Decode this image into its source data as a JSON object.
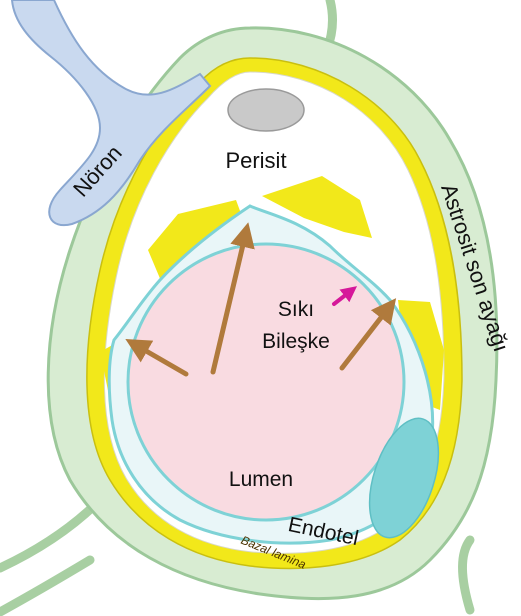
{
  "labels": {
    "neuron": "Nöron",
    "pericyte": "Perisit",
    "astrocyte_endfoot": "Astrosit son ayağı",
    "tight_junction_line1": "Sıkı",
    "tight_junction_line2": "Bileşke",
    "lumen": "Lumen",
    "endothelium": "Endotel",
    "basal_lamina": "Bazal lamina"
  },
  "colors": {
    "astrocyte_green": "#d8ecd2",
    "astrocyte_outline": "#9cc89a",
    "basal_lamina_yellow": "#f2e81a",
    "neuron_blue": "#c9d9ef",
    "lumen_pink": "#f9dbe1",
    "endothelium_cyan": "#7ed2d6",
    "arrow_brown": "#b07a3c",
    "junction_arrow_magenta": "#d6189a",
    "nucleus_gray": "#c9c9c9"
  }
}
